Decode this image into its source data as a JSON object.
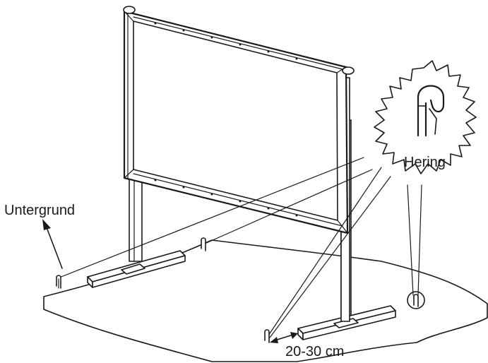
{
  "labels": {
    "ground": "Untergrund",
    "peg": "Hering",
    "distance": "20-30 cm"
  },
  "icons": {
    "peg_detail": "tent-peg-icon",
    "arrow": "arrow-icon"
  },
  "colors": {
    "ink": "#1a1a1a",
    "background": "#ffffff"
  }
}
